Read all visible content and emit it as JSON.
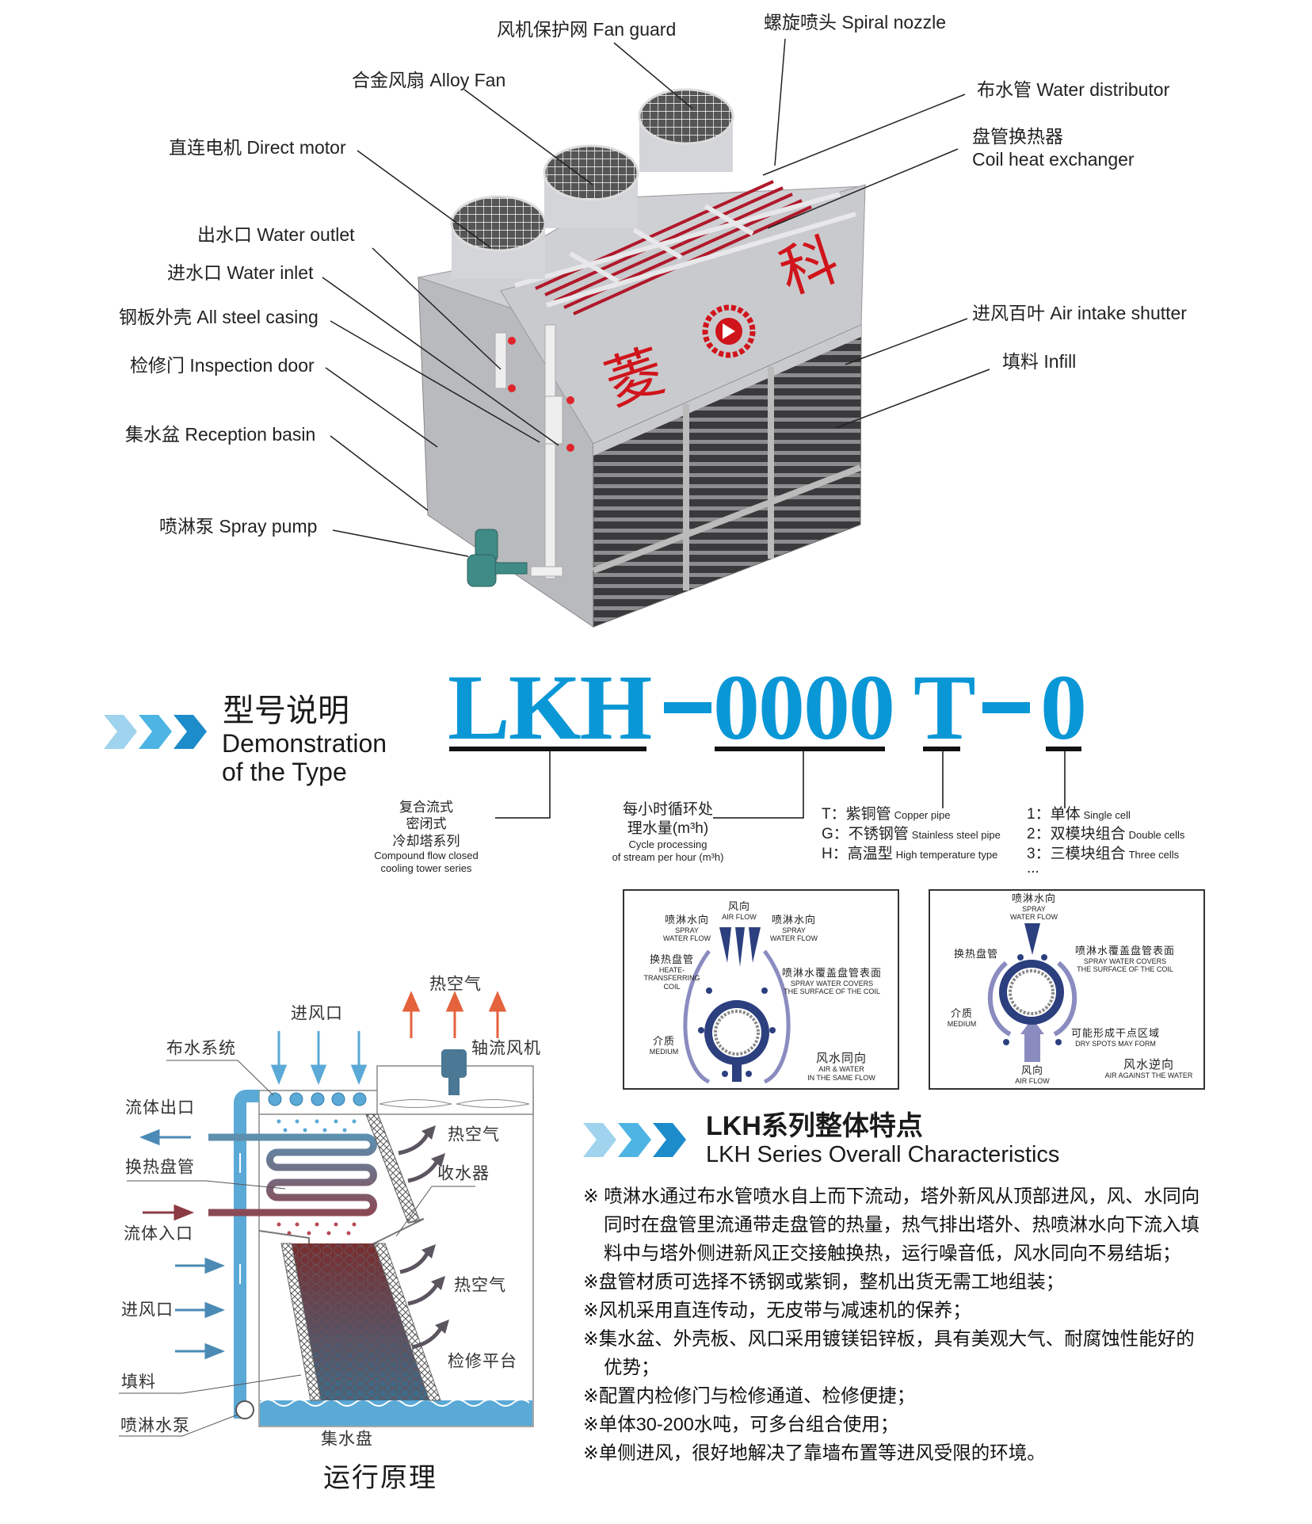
{
  "tower": {
    "logo_text": [
      "菱",
      "科"
    ],
    "labels": {
      "fan_guard": "风机保护网 Fan guard",
      "spiral_nozzle": "螺旋喷头 Spiral nozzle",
      "alloy_fan": "合金风扇 Alloy Fan",
      "water_distributor": "布水管 Water distributor",
      "coil_cn": "盘管换热器",
      "coil_en": "Coil heat exchanger",
      "direct_motor": "直连电机 Direct motor",
      "water_outlet": "出水口 Water outlet",
      "water_inlet": "进水口 Water inlet",
      "steel_casing": "钢板外壳 All steel casing",
      "inspection_door": "检修门 Inspection door",
      "reception_basin": "集水盆 Reception basin",
      "spray_pump": "喷淋泵 Spray pump",
      "air_intake_shutter": "进风百叶 Air intake shutter",
      "infill": "填料 Infill"
    }
  },
  "model": {
    "title_cn": "型号说明",
    "title_en_1": "Demonstration",
    "title_en_2": "of the Type",
    "code": {
      "series": "LKH",
      "dash1": "-",
      "capacity": "0000",
      "material": "T",
      "dash2": "-",
      "cells": "0"
    },
    "series_desc": {
      "cn": [
        "复合流式",
        "密闭式",
        "冷却塔系列"
      ],
      "en": [
        "Compound flow closed",
        "cooling tower series"
      ]
    },
    "capacity_desc": {
      "cn": [
        "每小时循环处",
        "理水量(m³h)"
      ],
      "en": [
        "Cycle processing",
        "of stream per hour (m³h)"
      ]
    },
    "materials": [
      {
        "code": "T：",
        "cn": "紫铜管",
        "en": "Copper pipe"
      },
      {
        "code": "G：",
        "cn": "不锈钢管",
        "en": "Stainless steel pipe"
      },
      {
        "code": "H：",
        "cn": "高温型",
        "en": "High temperature type"
      }
    ],
    "cells": [
      {
        "code": "1：",
        "cn": "单体",
        "en": "Single cell"
      },
      {
        "code": "2：",
        "cn": "双模块组合",
        "en": "Double cells"
      },
      {
        "code": "3：",
        "cn": "三模块组合",
        "en": "Three cells"
      }
    ],
    "cells_more": "..."
  },
  "flow_same": {
    "air_cn": "风向",
    "air_en": "AIR FLOW",
    "spray_cn": "喷淋水向",
    "spray_en_1": "SPRAY",
    "spray_en_2": "WATER FLOW",
    "coil_cn": "换热盘管",
    "coil_en_1": "HEATE-",
    "coil_en_2": "TRANSFERRING",
    "coil_en_3": "COIL",
    "cover_cn": "喷淋水覆盖盘管表面",
    "cover_en_1": "SPRAY WATER COVERS",
    "cover_en_2": "THE SURFACE OF THE COIL",
    "medium_cn": "介质",
    "medium_en": "MEDIUM",
    "same_cn": "风水同向",
    "same_en_1": "AIR & WATER",
    "same_en_2": "IN THE SAME FLOW"
  },
  "flow_counter": {
    "spray_cn": "喷淋水向",
    "spray_en_1": "SPRAY",
    "spray_en_2": "WATER FLOW",
    "coil_cn": "换热盘管",
    "cover_cn": "喷淋水覆盖盘管表面",
    "cover_en_1": "SPRAY WATER COVERS",
    "cover_en_2": "THE SURFACE OF THE COIL",
    "medium_cn": "介质",
    "medium_en": "MEDIUM",
    "dry_cn": "可能形成干点区域",
    "dry_en": "DRY SPOTS MAY FORM",
    "air_cn": "风向",
    "air_en": "AIR FLOW",
    "counter_cn": "风水逆向",
    "counter_en": "AIR AGAINST THE WATER"
  },
  "features": {
    "title_cn": "LKH系列整体特点",
    "title_en": "LKH Series Overall Characteristics",
    "items": [
      "※ 喷淋水通过布水管喷水自上而下流动，塔外新风从顶部进风，风、水同向同时在盘管里流通带走盘管的热量，热气排出塔外、热喷淋水向下流入填料中与塔外侧进新风正交接触换热，运行噪音低，风水同向不易结垢；",
      "※盘管材质可选择不锈钢或紫铜，整机出货无需工地组装；",
      "※风机采用直连传动，无皮带与减速机的保养；",
      "※集水盆、外壳板、风口采用镀镁铝锌板，具有美观大气、耐腐蚀性能好的优势；",
      "※配置内检修门与检修通道、检修便捷；",
      "※单体30-200水吨，可多台组合使用；",
      "※单侧进风，很好地解决了靠墙布置等进风受限的环境。"
    ]
  },
  "principle": {
    "caption": "运行原理",
    "labels": {
      "distribution": "布水系统",
      "air_in_top": "进风口",
      "hot_air_top": "热空气",
      "axial_fan": "轴流风机",
      "fluid_out": "流体出口",
      "coil": "换热盘管",
      "fluid_in": "流体入口",
      "hot_air_mid": "热空气",
      "eliminator": "收水器",
      "hot_air_low": "热空气",
      "platform": "检修平台",
      "air_in_side": "进风口",
      "fill": "填料",
      "pump": "喷淋水泵",
      "basin": "集水盘"
    }
  },
  "colors": {
    "brand_blue": "#0a97d6",
    "chevron_light": "#9fd3ee",
    "chevron_mid": "#4db4e4",
    "chevron_dark": "#1c8cca",
    "logo_red": "#d0141b"
  }
}
